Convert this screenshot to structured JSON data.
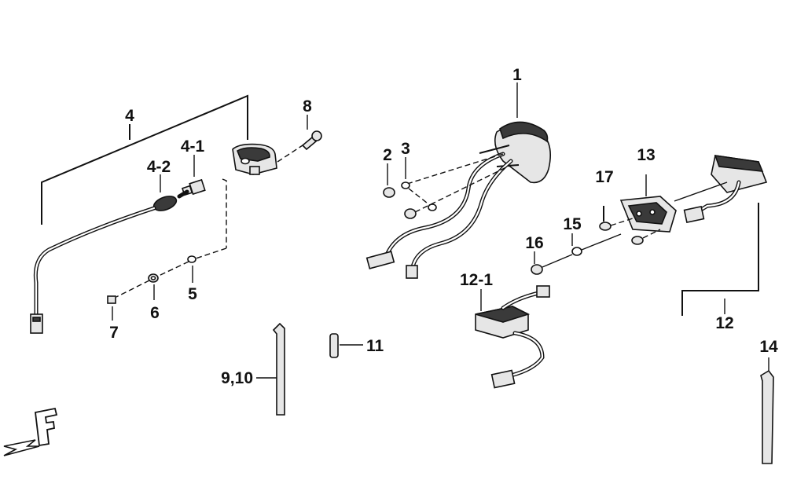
{
  "diagram": {
    "labels": {
      "p1": "1",
      "p2": "2",
      "p3": "3",
      "p4": "4",
      "p4_1": "4-1",
      "p4_2": "4-2",
      "p5": "5",
      "p6": "6",
      "p7": "7",
      "p8": "8",
      "p9_10": "9,10",
      "p11": "11",
      "p12": "12",
      "p12_1": "12-1",
      "p13": "13",
      "p14": "14",
      "p15": "15",
      "p16": "16",
      "p17": "17"
    },
    "front_marker": "F"
  }
}
